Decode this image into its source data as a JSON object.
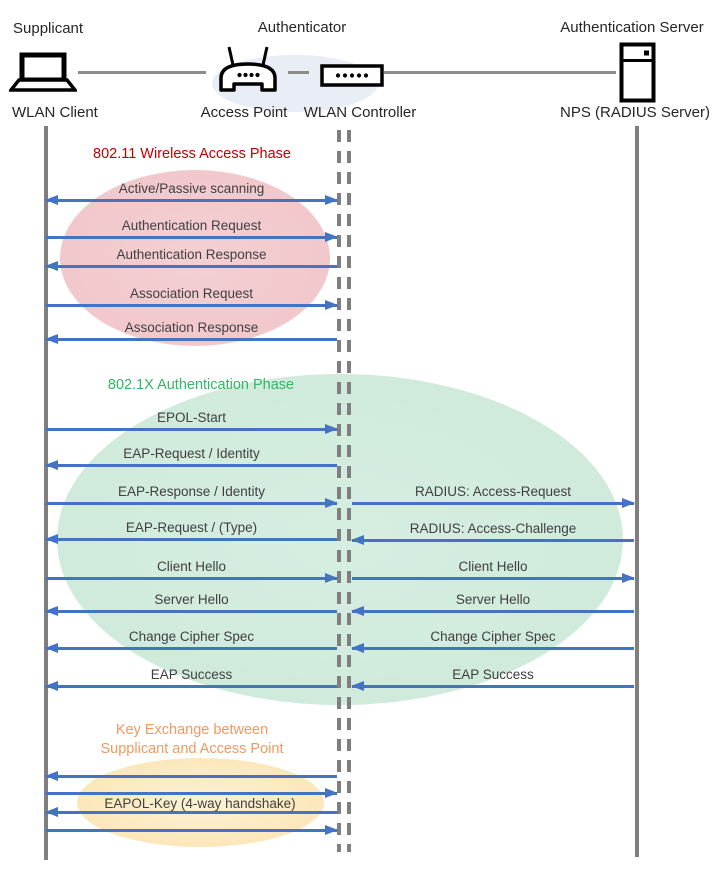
{
  "header": {
    "roles": {
      "supplicant": "Supplicant",
      "authenticator": "Authenticator",
      "auth_server": "Authentication Server"
    },
    "devices": {
      "wlan_client": "WLAN Client",
      "access_point": "Access Point",
      "wlan_controller": "WLAN Controller",
      "nps": "NPS (RADIUS Server)"
    }
  },
  "phases": {
    "phase1": {
      "title": "802.11 Wireless Access Phase",
      "color": "#c00000",
      "fill": "#f1c6ca"
    },
    "phase2": {
      "title": "802.1X Authentication Phase",
      "color": "#32b567",
      "fill": "#cde9da"
    },
    "phase3": {
      "title_line1": "Key Exchange between",
      "title_line2": "Supplicant and Access Point",
      "color": "#ed9a61",
      "fill": "#fbe5b3"
    }
  },
  "sequence": {
    "client_to_controller": [
      {
        "label": "Active/Passive scanning",
        "direction": "both"
      },
      {
        "label": "Authentication Request",
        "direction": "right"
      },
      {
        "label": "Authentication Response",
        "direction": "left"
      },
      {
        "label": "Association Request",
        "direction": "right"
      },
      {
        "label": "Association Response",
        "direction": "left"
      },
      {
        "label": "EPOL-Start",
        "direction": "right"
      },
      {
        "label": "EAP-Request / Identity",
        "direction": "left"
      },
      {
        "label": "EAP-Response / Identity",
        "direction": "right"
      },
      {
        "label": "EAP-Request / (Type)",
        "direction": "left"
      },
      {
        "label": "Client Hello",
        "direction": "right"
      },
      {
        "label": "Server Hello",
        "direction": "left"
      },
      {
        "label": "Change Cipher Spec",
        "direction": "left"
      },
      {
        "label": "EAP Success",
        "direction": "left"
      },
      {
        "label": "",
        "direction": "left"
      },
      {
        "label": "",
        "direction": "right"
      },
      {
        "label": "",
        "direction": "left"
      },
      {
        "label": "",
        "direction": "right"
      }
    ],
    "controller_to_server": [
      {
        "label": "RADIUS: Access-Request",
        "direction": "right"
      },
      {
        "label": "RADIUS: Access-Challenge",
        "direction": "left"
      },
      {
        "label": "Client Hello",
        "direction": "right"
      },
      {
        "label": "Server Hello",
        "direction": "left"
      },
      {
        "label": "Change Cipher Spec",
        "direction": "left"
      },
      {
        "label": "EAP Success",
        "direction": "left"
      }
    ],
    "key_exchange_label": "EAPOL-Key (4-way handshake)"
  },
  "colors": {
    "arrow": "#4573c4",
    "lifeline": "#7f7f7f",
    "connector": "#8c8c8c",
    "authenticator_halo": "#e9edf6",
    "message_text": "#3f3f3f",
    "heading_text": "#262626"
  }
}
